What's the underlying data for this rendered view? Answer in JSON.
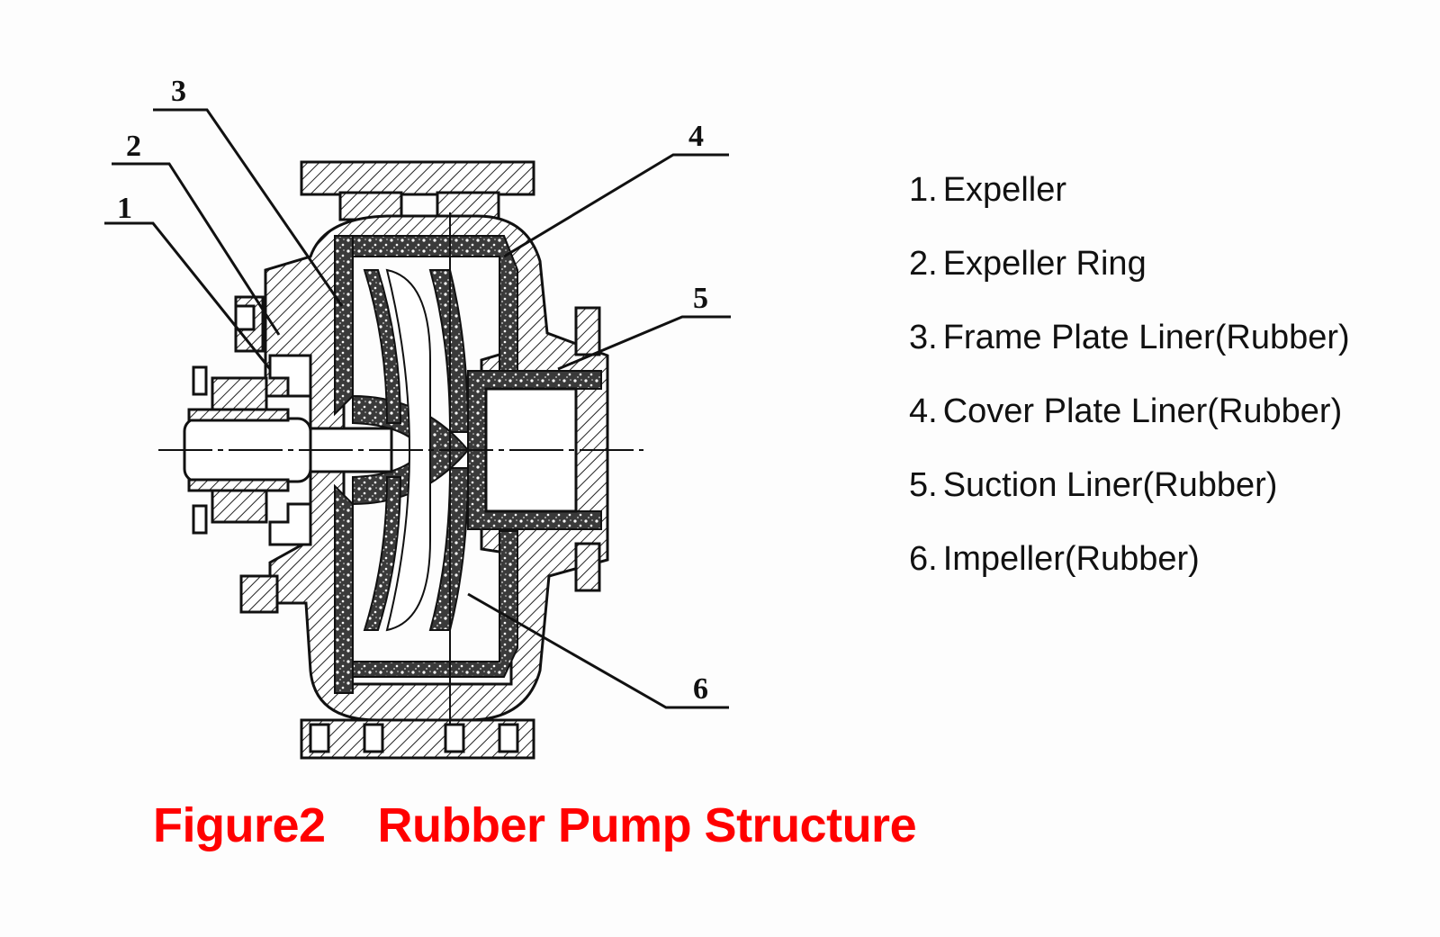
{
  "diagram": {
    "callouts": [
      "1",
      "2",
      "3",
      "4",
      "5",
      "6"
    ]
  },
  "legend": {
    "items": [
      {
        "number": "1.",
        "text": "Expeller"
      },
      {
        "number": "2.",
        "text": "Expeller Ring"
      },
      {
        "number": "3.",
        "text": "Frame Plate Liner(Rubber)"
      },
      {
        "number": "4.",
        "text": "Cover Plate Liner(Rubber)"
      },
      {
        "number": "5.",
        "text": "Suction Liner(Rubber)"
      },
      {
        "number": "6.",
        "text": "Impeller(Rubber)"
      }
    ]
  },
  "caption": {
    "text": "Figure2    Rubber Pump Structure",
    "color": "#ff0000"
  }
}
